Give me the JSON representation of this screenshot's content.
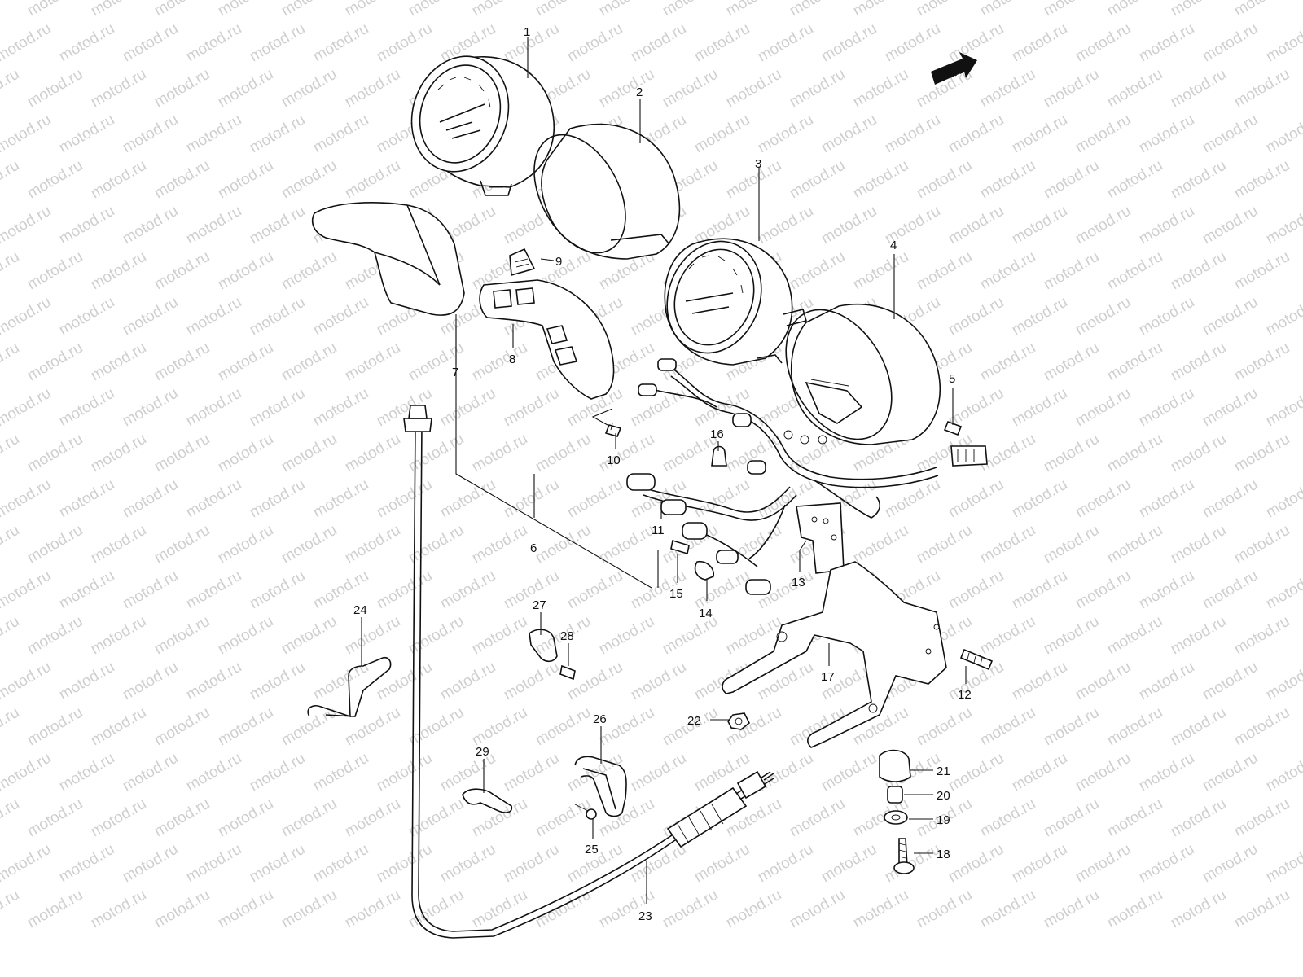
{
  "watermark": "motod.ru",
  "fwd_label": "FWD",
  "colors": {
    "ink": "#111111",
    "watermark": "#cfcfcf",
    "background": "#ffffff"
  },
  "callouts": [
    {
      "number": "1"
    },
    {
      "number": "2"
    },
    {
      "number": "3"
    },
    {
      "number": "4"
    },
    {
      "number": "5"
    },
    {
      "number": "6"
    },
    {
      "number": "7"
    },
    {
      "number": "8"
    },
    {
      "number": "9"
    },
    {
      "number": "10"
    },
    {
      "number": "11"
    },
    {
      "number": "12"
    },
    {
      "number": "13"
    },
    {
      "number": "14"
    },
    {
      "number": "15"
    },
    {
      "number": "16"
    },
    {
      "number": "17"
    },
    {
      "number": "18"
    },
    {
      "number": "19"
    },
    {
      "number": "20"
    },
    {
      "number": "21"
    },
    {
      "number": "22"
    },
    {
      "number": "23"
    },
    {
      "number": "24"
    },
    {
      "number": "25"
    },
    {
      "number": "26"
    },
    {
      "number": "27"
    },
    {
      "number": "28"
    },
    {
      "number": "29"
    }
  ]
}
